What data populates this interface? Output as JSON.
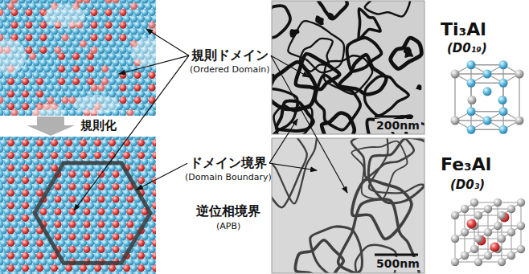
{
  "diagram": {
    "labels": [
      "規則ドメイン",
      "(Ordered Domain)",
      "規則化",
      "ドメイン境界",
      "(Domain Boundary)",
      "逆位相境界",
      "(APB)",
      "200nm",
      "500nm",
      "Ti₃Al",
      "(D0₁₉)",
      "Fe₃Al",
      "(D0₃)"
    ]
  }
}
